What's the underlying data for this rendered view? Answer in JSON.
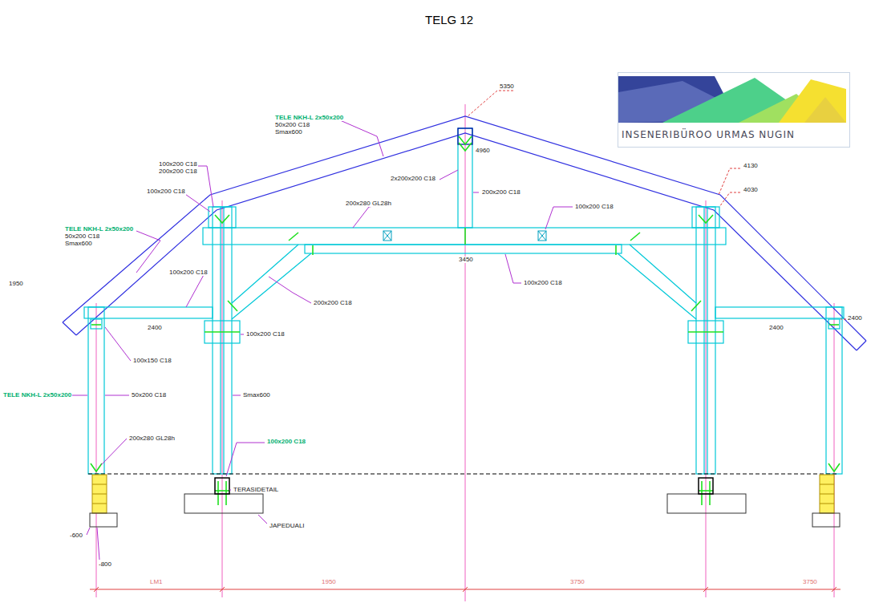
{
  "diagram": {
    "title": "TELG 12",
    "nodes": [
      {
        "text": [
          "INSENERIBÜROO URMAS NUGIN"
        ]
      }
    ],
    "labels": [
      "TELE NKH-L 2x50x200",
      "50x200 C18",
      "Smax600",
      "5350",
      "4960",
      "100x200 C18",
      "200x200 C18",
      "100x200 C18",
      "2x200x200 C18",
      "200x200 C18",
      "4130",
      "4030",
      "200x280 GL28h",
      "100x200 C18",
      "TELE NKH-L 2x50x200",
      "50x200 C18",
      "Smax600",
      "3450",
      "100x200 C18",
      "100x200 C18",
      "200x200 C18",
      "2400",
      "100x200 C18",
      "2400",
      "2400",
      "100x150 C18",
      "TELE NKH-L 2x50x200",
      "50x200 C18",
      "Smax600",
      "200x280 GL28h",
      "100x200 C18",
      "TERASIDETAIL",
      "JAPEDUALI",
      "-600",
      "-800",
      "LM1",
      "1950",
      "3750",
      "3750",
      "1950"
    ]
  }
}
